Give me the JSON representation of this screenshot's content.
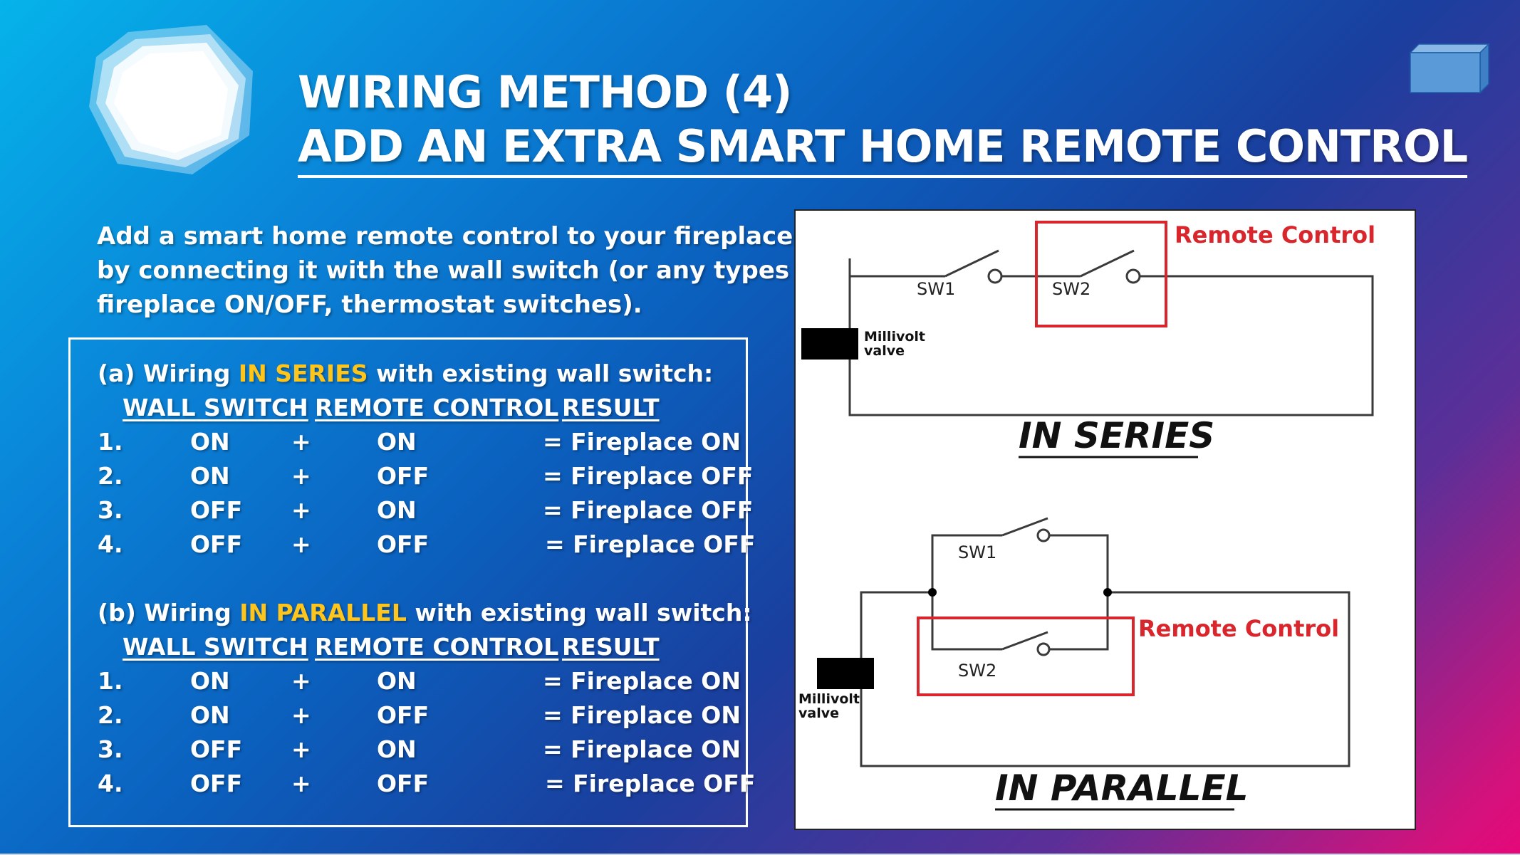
{
  "title": {
    "line1": "WIRING METHOD (4)",
    "line2": "ADD AN EXTRA SMART HOME REMOTE CONTROL"
  },
  "intro": {
    "lines": [
      "Add a smart home remote control to your fireplace",
      "by connecting it with the wall switch (or any types of",
      "fireplace ON/OFF, thermostat switches)."
    ]
  },
  "series_section": {
    "prefix": "(a) Wiring ",
    "highlight": "IN SERIES",
    "suffix": " with existing wall switch:",
    "headers": [
      "WALL SWITCH",
      "REMOTE CONTROL",
      "RESULT"
    ],
    "rows": [
      {
        "num": "1.",
        "wall": "ON",
        "plus": "+",
        "remote": "ON",
        "result": "= Fireplace ON"
      },
      {
        "num": "2.",
        "wall": "ON",
        "plus": "+",
        "remote": "OFF",
        "result": "= Fireplace OFF"
      },
      {
        "num": "3.",
        "wall": "OFF",
        "plus": "+",
        "remote": "ON",
        "result": "= Fireplace OFF"
      },
      {
        "num": "4.",
        "wall": "OFF",
        "plus": "+",
        "remote": "OFF",
        "result": "= Fireplace OFF"
      }
    ]
  },
  "parallel_section": {
    "prefix": "(b) Wiring ",
    "highlight": "IN PARALLEL",
    "suffix": " with existing wall switch:",
    "headers": [
      "WALL SWITCH",
      "REMOTE CONTROL",
      "RESULT"
    ],
    "rows": [
      {
        "num": "1.",
        "wall": "ON",
        "plus": "+",
        "remote": "ON",
        "result": "= Fireplace ON"
      },
      {
        "num": "2.",
        "wall": "ON",
        "plus": "+",
        "remote": "OFF",
        "result": "= Fireplace ON"
      },
      {
        "num": "3.",
        "wall": "OFF",
        "plus": "+",
        "remote": "ON",
        "result": "= Fireplace ON"
      },
      {
        "num": "4.",
        "wall": "OFF",
        "plus": "+",
        "remote": "OFF",
        "result": "= Fireplace OFF"
      }
    ]
  },
  "diagram": {
    "series": {
      "sw1": "SW1",
      "sw2": "SW2",
      "remote_label": "Remote Control",
      "valve_label_1": "Millivolt",
      "valve_label_2": "valve",
      "caption": "IN SERIES"
    },
    "parallel": {
      "sw1": "SW1",
      "sw2": "SW2",
      "remote_label": "Remote Control",
      "valve_label_1": "Millivolt",
      "valve_label_2": "valve",
      "caption": "IN PARALLEL"
    },
    "colors": {
      "remote_box": "#d9262c",
      "wire": "#3a3a3a",
      "valve": "#000000"
    }
  },
  "colors": {
    "highlight": "#ffc51a"
  }
}
